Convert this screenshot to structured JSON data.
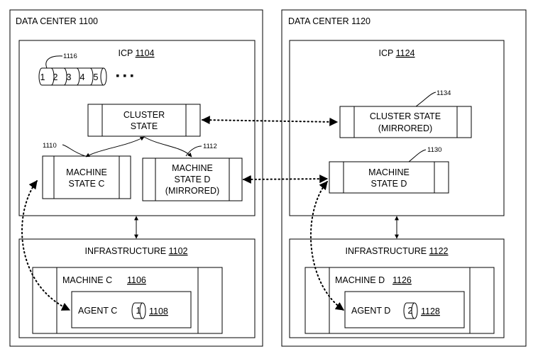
{
  "data_centers": [
    {
      "title": "DATA CENTER 1100",
      "icp": {
        "name": "ICP",
        "ref": "1104"
      },
      "queue_ref": "1116",
      "queue_items": [
        "1",
        "2",
        "3",
        "4",
        "5"
      ],
      "cluster_state": {
        "line1": "CLUSTER",
        "line2": "STATE"
      },
      "machine_state_c": {
        "line1": "MACHINE",
        "line2": "STATE C",
        "ref": "1110"
      },
      "machine_state_d": {
        "line1": "MACHINE",
        "line2": "STATE D",
        "line3": "(MIRRORED)",
        "ref": "1112"
      },
      "infrastructure": {
        "name": "INFRASTRUCTURE",
        "ref": "1102"
      },
      "machine": {
        "name": "MACHINE C",
        "ref": "1106"
      },
      "agent": {
        "name": "AGENT C",
        "item": "1",
        "ref": "1108"
      }
    },
    {
      "title": "DATA CENTER 1120",
      "icp": {
        "name": "ICP",
        "ref": "1124"
      },
      "cluster_state": {
        "line1": "CLUSTER STATE",
        "line2": "(MIRRORED)",
        "ref": "1134"
      },
      "machine_state": {
        "line1": "MACHINE",
        "line2": "STATE D",
        "ref": "1130"
      },
      "infrastructure": {
        "name": "INFRASTRUCTURE",
        "ref": "1122"
      },
      "machine": {
        "name": "MACHINE D",
        "ref": "1126"
      },
      "agent": {
        "name": "AGENT D",
        "item": "2",
        "ref": "1128"
      }
    }
  ]
}
